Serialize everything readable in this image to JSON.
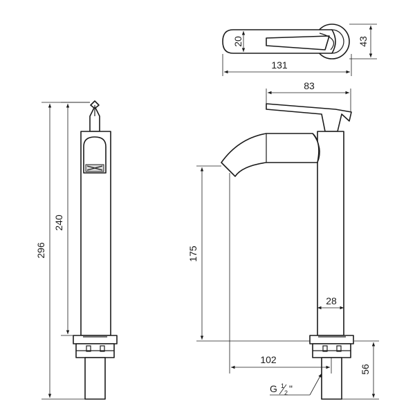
{
  "dimensions": {
    "total_height": "296",
    "spout_side_height": "240",
    "spout_clearance": "175",
    "spout_reach": "102",
    "lever_length": "83",
    "body_diameter": "28",
    "shank_length": "56",
    "top_overall_length": "131",
    "top_lever_width": "20",
    "top_body_diameter": "43"
  },
  "thread": {
    "prefix": "G",
    "numerator": "1",
    "denominator": "2",
    "suffix": "\""
  }
}
